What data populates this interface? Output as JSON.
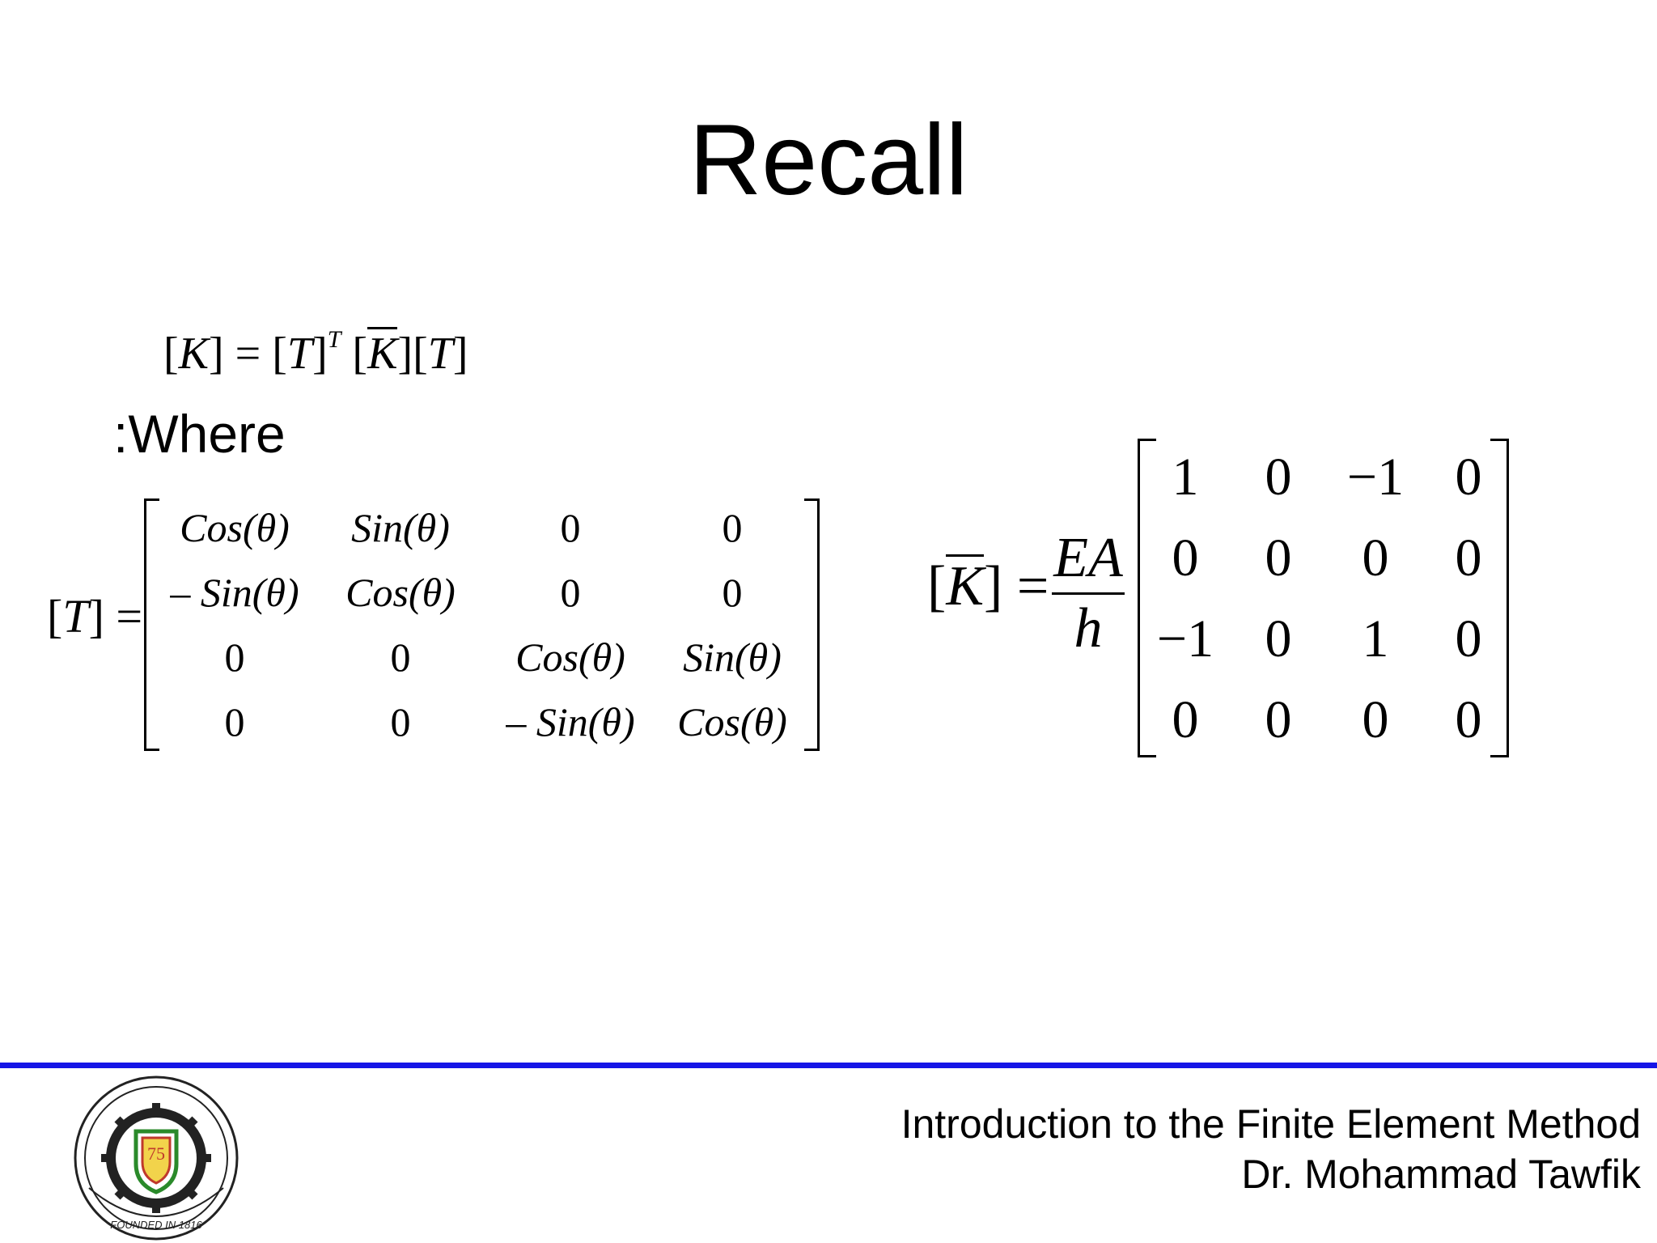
{
  "slide": {
    "title": "Recall",
    "where_label": ":Where"
  },
  "equations": {
    "main": {
      "K": "K",
      "equals": "=",
      "T": "T",
      "transpose": "T",
      "Kbar": "K"
    },
    "T_matrix": {
      "lhs": "T",
      "rows": [
        [
          "Cos(θ)",
          "Sin(θ)",
          "0",
          "0"
        ],
        [
          "– Sin(θ)",
          "Cos(θ)",
          "0",
          "0"
        ],
        [
          "0",
          "0",
          "Cos(θ)",
          "Sin(θ)"
        ],
        [
          "0",
          "0",
          "– Sin(θ)",
          "Cos(θ)"
        ]
      ]
    },
    "Kbar_matrix": {
      "lhs": "K",
      "numerator": "EA",
      "denominator": "h",
      "rows": [
        [
          "1",
          "0",
          "−1",
          "0"
        ],
        [
          "0",
          "0",
          "0",
          "0"
        ],
        [
          "−1",
          "0",
          "1",
          "0"
        ],
        [
          "0",
          "0",
          "0",
          "0"
        ]
      ]
    }
  },
  "footer": {
    "course": "Introduction to the Finite Element Method",
    "author": "Dr. Mohammad Tawfik",
    "accent_color": "#1515e6",
    "logo_icon": "university-seal-icon",
    "logo_text": "FOUNDED IN 1816"
  }
}
